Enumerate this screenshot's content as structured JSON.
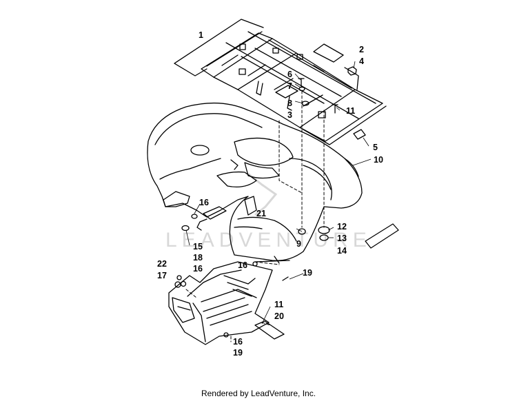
{
  "diagram": {
    "callouts": [
      "1",
      "2",
      "4",
      "6",
      "7",
      "8",
      "3",
      "11",
      "5",
      "10",
      "21",
      "16",
      "12",
      "13",
      "9",
      "14",
      "15",
      "18",
      "22",
      "16",
      "17",
      "19",
      "16",
      "11",
      "20",
      "16",
      "19"
    ],
    "watermark_text": "LEADVENTURE"
  },
  "footer": {
    "text": "Rendered by LeadVenture, Inc."
  },
  "colors": {
    "line": "#000000",
    "watermark": "#d8d8d8",
    "background": "#ffffff"
  }
}
